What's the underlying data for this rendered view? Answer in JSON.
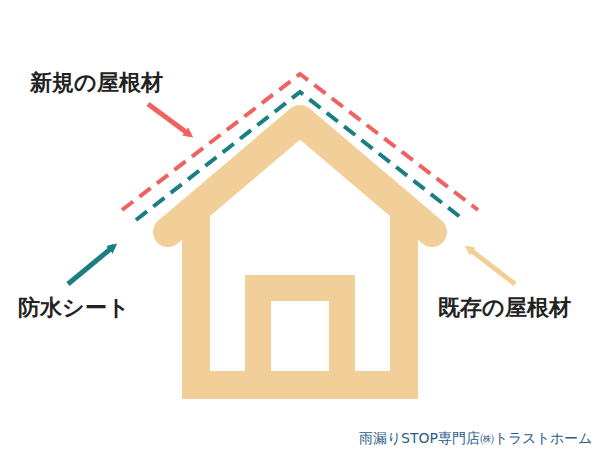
{
  "diagram": {
    "labels": [
      "新規の屋根材",
      "防水シート",
      "既存の屋根材",
      "雨漏りSTOP専門店㈱トラストホーム"
    ]
  }
}
